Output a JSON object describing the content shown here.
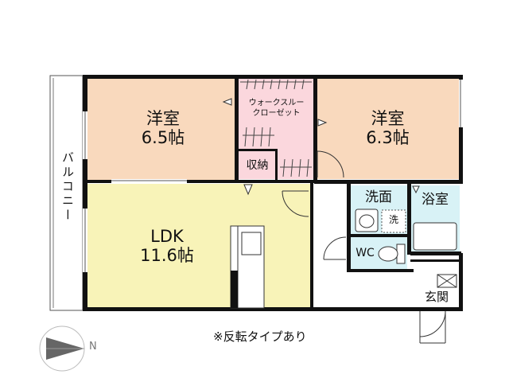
{
  "rooms": {
    "western_left": {
      "name": "洋室",
      "size": "6.5帖"
    },
    "western_right": {
      "name": "洋室",
      "size": "6.3帖"
    },
    "walk_through_closet": {
      "line1": "ウォークスルー",
      "line2": "クローゼット"
    },
    "storage": {
      "name": "収納"
    },
    "ldk": {
      "name": "LDK",
      "size": "11.6帖"
    },
    "washroom": {
      "name": "洗面"
    },
    "washer": {
      "name": "洗"
    },
    "bathroom": {
      "name": "浴室"
    },
    "wc": {
      "name": "WC"
    },
    "entrance": {
      "name": "玄関"
    },
    "balcony": {
      "name": "バルコニー"
    }
  },
  "note": "※反転タイプあり",
  "compass": {
    "label": "N"
  },
  "colors": {
    "western": "#f9d9bd",
    "closet": "#fbd7dd",
    "ldk": "#f8f3b8",
    "wet": "#d8f2f6",
    "wall": "#111111"
  }
}
